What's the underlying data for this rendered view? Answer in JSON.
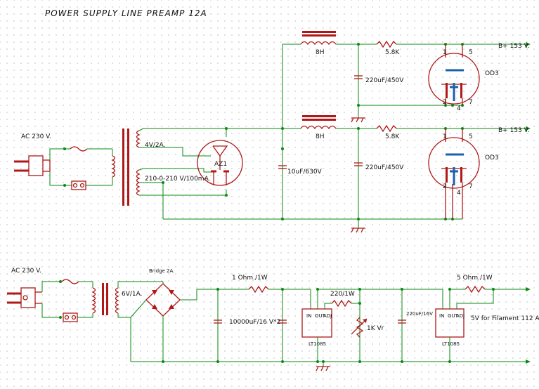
{
  "title": "POWER SUPPLY LINE PREAMP 12A",
  "top": {
    "ac_input": "AC 230 V.",
    "secondary_filament": "4V/2A.",
    "secondary_ht": "210-0-210 V/100mA.",
    "rectifier": "AZ1",
    "cap_reservoir": "10uF/630V",
    "choke_1": "8H",
    "choke_2": "8H",
    "cap_1": "220uF/450V",
    "cap_2": "220uF/450V",
    "res_1": "5.8K",
    "res_2": "5.8K",
    "reg_tube_1": "OD3",
    "reg_tube_2": "OD3",
    "out_1": "B+ 153 V.",
    "out_2": "B+ 153 V.",
    "pins": {
      "p1": "1",
      "p5": "5",
      "p2": "2",
      "p4": "4",
      "p7": "7"
    }
  },
  "bottom": {
    "ac_input": "AC 230 V.",
    "secondary": "6V/1A.",
    "bridge": "Bridge 2A.",
    "res_1": "1 Ohm./1W",
    "cap_main": "10000uF/16 V*2",
    "reg_1": "LT1085",
    "res_2": "220/1W",
    "pot": "1K Vr",
    "cap_2": "220uF/16V",
    "reg_2": "LT1085",
    "res_3": "5 Ohm./1W",
    "output": "5V for Filament 112 A",
    "reg_pins": {
      "in": "IN",
      "out": "OUT",
      "adj": "ADJ"
    }
  }
}
